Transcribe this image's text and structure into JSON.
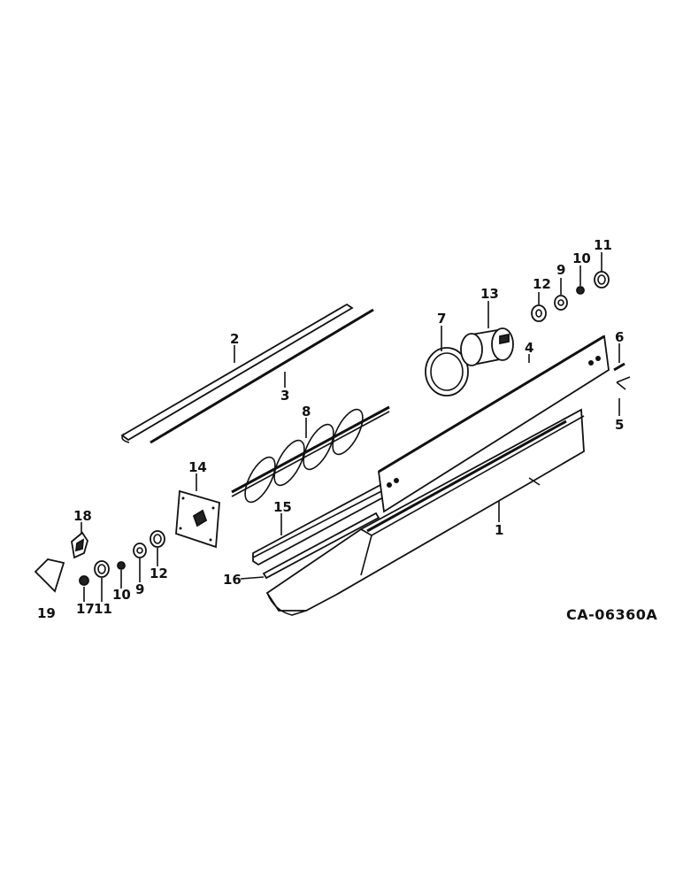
{
  "diagram": {
    "drawing_code": "CA-06360A",
    "callouts": {
      "c1": "1",
      "c2": "2",
      "c3": "3",
      "c4": "4",
      "c5": "5",
      "c6": "6",
      "c7": "7",
      "c8": "8",
      "c13": "13",
      "c14": "14",
      "c15": "15",
      "c16": "16",
      "r12": "12",
      "r9": "9",
      "r10": "10",
      "r11": "11",
      "l18": "18",
      "l19": "19",
      "l17": "17",
      "l11": "11",
      "l10": "10",
      "l9": "9",
      "l12": "12"
    }
  }
}
